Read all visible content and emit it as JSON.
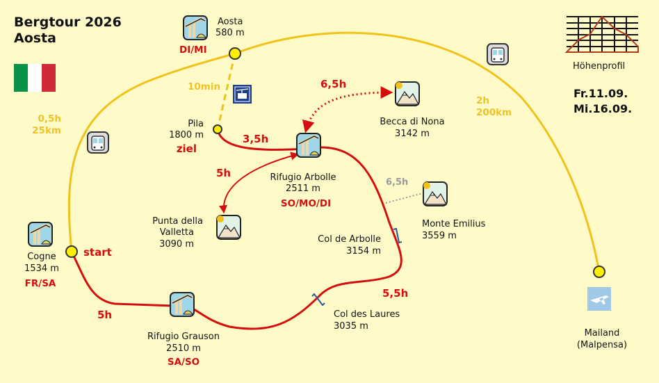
{
  "title": {
    "line1": "Bergtour 2026",
    "line2": "Aosta"
  },
  "dates": {
    "line1": "Fr.11.09.",
    "line2": "Mi.16.09."
  },
  "legend": {
    "profile_label": "Höhenprofil"
  },
  "colors": {
    "background": "#fffbc9",
    "route_red": "#d40e0e",
    "transport_yellow": "#f1c21b"
  },
  "places": {
    "aosta": {
      "name": "Aosta",
      "alt": "580 m",
      "days": "DI/MI"
    },
    "pila": {
      "name": "Pila",
      "alt": "1800 m",
      "note": "ziel"
    },
    "arbolle": {
      "name": "Rifugio Arbolle",
      "alt": "2511 m",
      "days": "SO/MO/DI"
    },
    "becca": {
      "name": "Becca di Nona",
      "alt": "3142 m"
    },
    "emilius": {
      "name": "Monte Emilius",
      "alt": "3559 m"
    },
    "punta": {
      "name1": "Punta della",
      "name2": "Valletta",
      "alt": "3090 m"
    },
    "col_arbolle": {
      "name": "Col de Arbolle",
      "alt": "3154 m"
    },
    "col_laures": {
      "name": "Col des Laures",
      "alt": "3035 m"
    },
    "cogne": {
      "name": "Cogne",
      "alt": "1534 m",
      "days": "FR/SA",
      "note": "start"
    },
    "grauson": {
      "name": "Rifugio Grauson",
      "alt": "2510 m",
      "days": "SA/SO"
    },
    "mailand": {
      "name": "Mailand",
      "sub": "(Malpensa)"
    }
  },
  "durations": {
    "cable": "10min",
    "cogne_aosta_time": "0,5h",
    "cogne_aosta_dist": "25km",
    "aosta_mailand_time": "2h",
    "aosta_mailand_dist": "200km",
    "pila_arbolle": "3,5h",
    "arbolle_becca": "6,5h",
    "arbolle_punta": "5h",
    "arbolle_emilius": "6,5h",
    "col_grauson": "5,5h",
    "cogne_grauson": "5h"
  }
}
